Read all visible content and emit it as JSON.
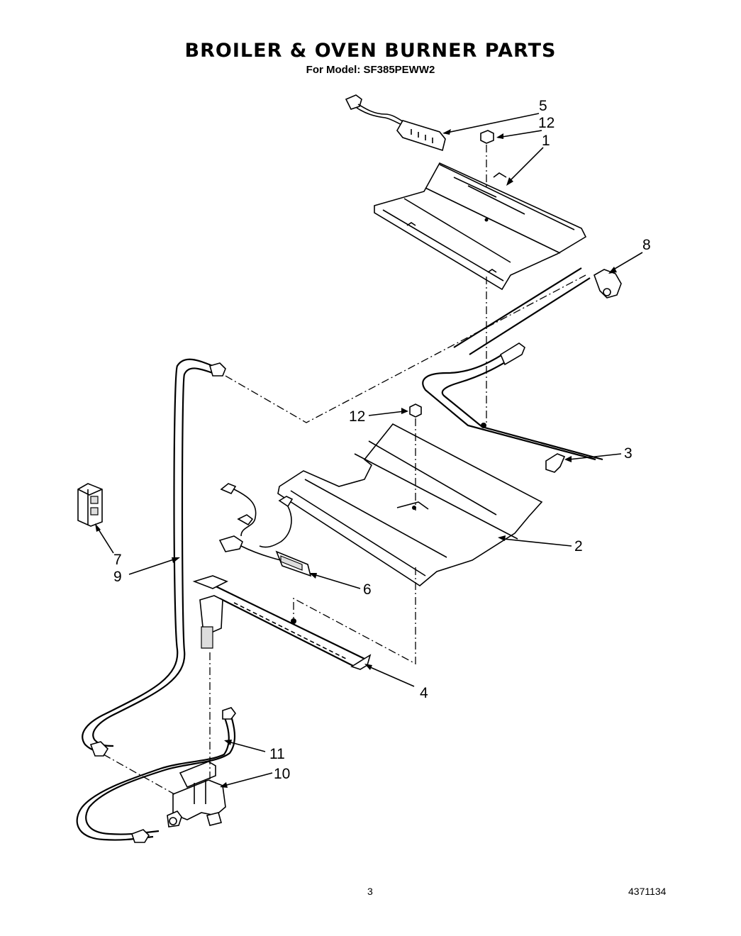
{
  "header": {
    "title": "BROILER & OVEN BURNER PARTS",
    "subtitle": "For Model: SF385PEWW2"
  },
  "callouts": {
    "c5": "5",
    "c12a": "12",
    "c1": "1",
    "c8": "8",
    "c12b": "12",
    "c3": "3",
    "c2": "2",
    "c7": "7",
    "c9": "9",
    "c6": "6",
    "c4": "4",
    "c11": "11",
    "c10": "10"
  },
  "footer": {
    "page_number": "3",
    "doc_number": "4371134"
  }
}
